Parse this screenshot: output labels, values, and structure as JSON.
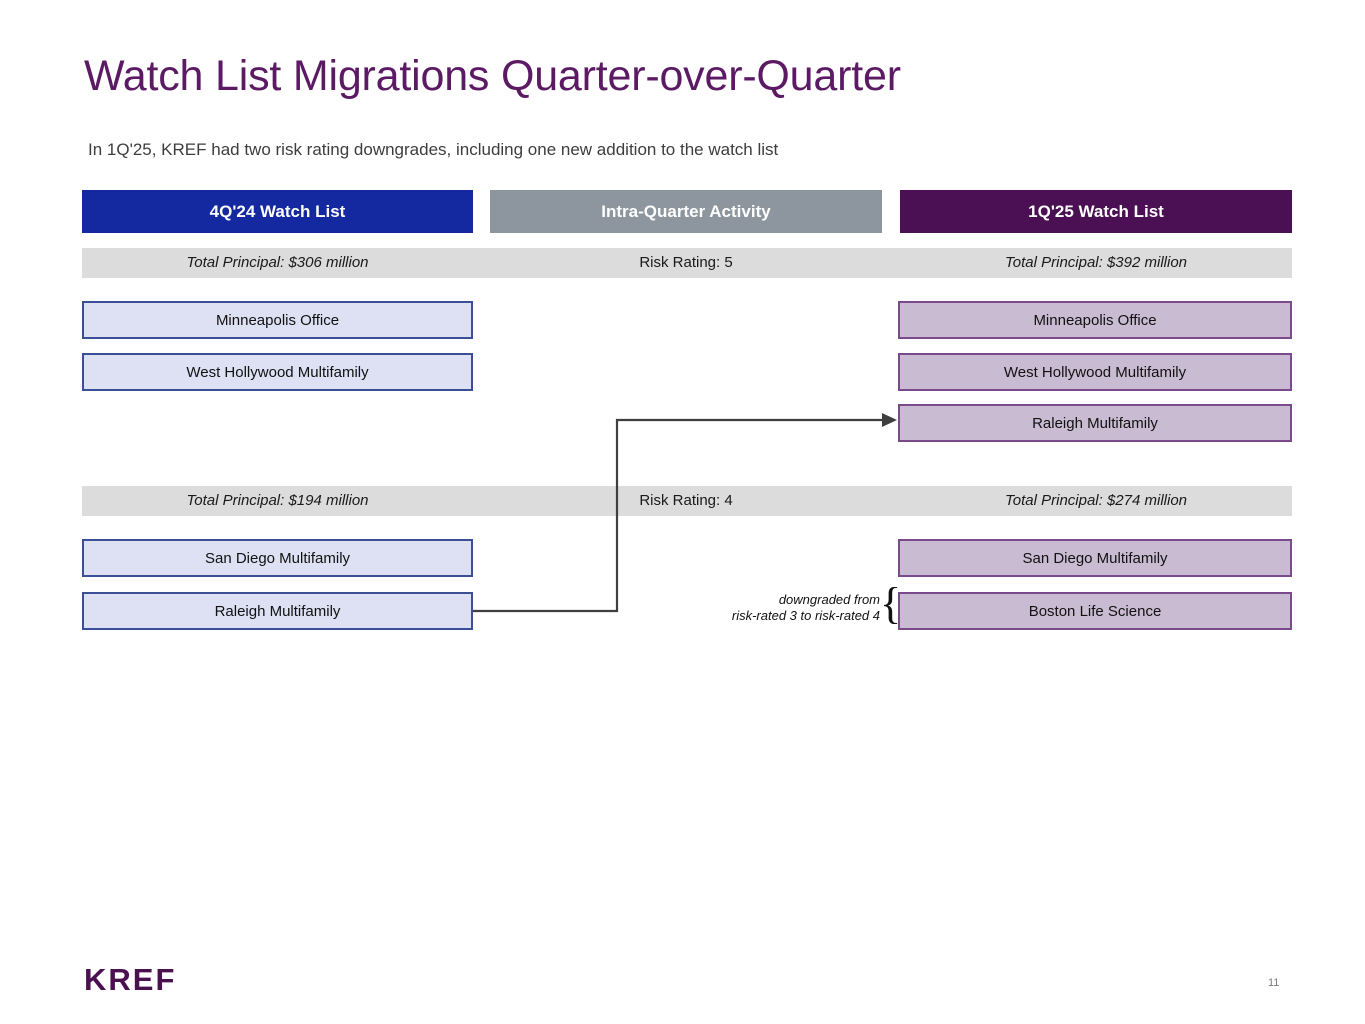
{
  "slide": {
    "title": "Watch List Migrations Quarter-over-Quarter",
    "subtitle": "In 1Q'25, KREF had two risk rating downgrades, including one new addition to the watch list",
    "page_number": "11",
    "logo": "KREF",
    "colors": {
      "title_purple": "#5b1a63",
      "prior_header_blue": "#1428a0",
      "activity_header_gray": "#8d969e",
      "current_header_purple": "#4b0f53",
      "band_gray": "#dcdcdc",
      "prior_box_fill": "#dde1f3",
      "prior_box_border": "#3a4f96",
      "current_box_fill": "#c9bcd2",
      "current_box_border": "#7b4a8c",
      "connector": "#3f3f3f"
    }
  },
  "headers": {
    "prior": "4Q'24 Watch List",
    "activity": "Intra-Quarter Activity",
    "current": "1Q'25 Watch List"
  },
  "sections": [
    {
      "id": "risk-rating-5",
      "band": {
        "left": "Total Principal: $306 million",
        "middle": "Risk Rating: 5",
        "right": "Total Principal: $392 million"
      },
      "prior_items": [
        "Minneapolis Office",
        "West Hollywood Multifamily"
      ],
      "current_items": [
        "Minneapolis Office",
        "West Hollywood Multifamily",
        "Raleigh Multifamily"
      ]
    },
    {
      "id": "risk-rating-4",
      "band": {
        "left": "Total Principal: $194 million",
        "middle": "Risk Rating: 4",
        "right": "Total Principal: $274 million"
      },
      "prior_items": [
        "San Diego Multifamily",
        "Raleigh Multifamily"
      ],
      "current_items": [
        "San Diego Multifamily",
        "Boston Life Science"
      ]
    }
  ],
  "annotation": {
    "line1": "downgraded from",
    "line2": "risk-rated 3 to risk-rated 4",
    "brace": "{"
  }
}
